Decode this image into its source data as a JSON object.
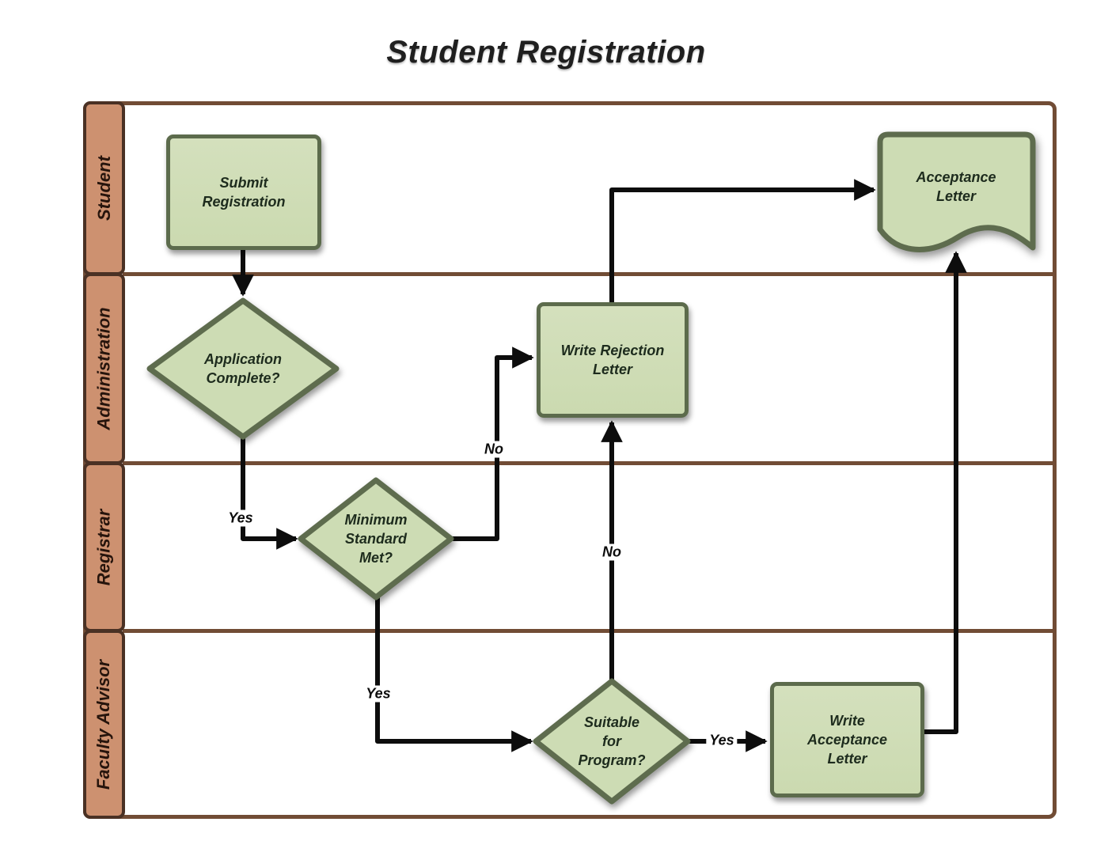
{
  "title": "Student Registration",
  "lanes": [
    {
      "label": "Student"
    },
    {
      "label": "Administration"
    },
    {
      "label": "Registrar"
    },
    {
      "label": "Faculty Advisor"
    }
  ],
  "nodes": {
    "submit_registration": {
      "shape": "process",
      "lane": "Student",
      "label": "Submit\nRegistration"
    },
    "application_complete": {
      "shape": "decision",
      "lane": "Administration",
      "label": "Application\nComplete?"
    },
    "write_rejection_letter": {
      "shape": "process",
      "lane": "Administration",
      "label": "Write Rejection\nLetter"
    },
    "minimum_standard_met": {
      "shape": "decision",
      "lane": "Registrar",
      "label": "Minimum\nStandard\nMet?"
    },
    "suitable_for_program": {
      "shape": "decision",
      "lane": "Faculty Advisor",
      "label": "Suitable\nfor\nProgram?"
    },
    "write_acceptance_letter": {
      "shape": "process",
      "lane": "Faculty Advisor",
      "label": "Write\nAcceptance\nLetter"
    },
    "acceptance_letter": {
      "shape": "document",
      "lane": "Student",
      "label": "Acceptance\nLetter"
    }
  },
  "edge_labels": {
    "application_complete_yes": "Yes",
    "minimum_standard_no": "No",
    "minimum_standard_yes": "Yes",
    "suitable_for_program_no": "No",
    "suitable_for_program_yes": "Yes"
  },
  "colors": {
    "lane_header_fill": "#cd9170",
    "lane_border": "#714c35",
    "lane_header_border": "#4a3124",
    "node_fill": "#cddcb4",
    "node_border": "#5c6b4c",
    "connector": "#0d0d0d",
    "node_text": "#1d2b1d",
    "title_text": "#1f1f1f"
  }
}
